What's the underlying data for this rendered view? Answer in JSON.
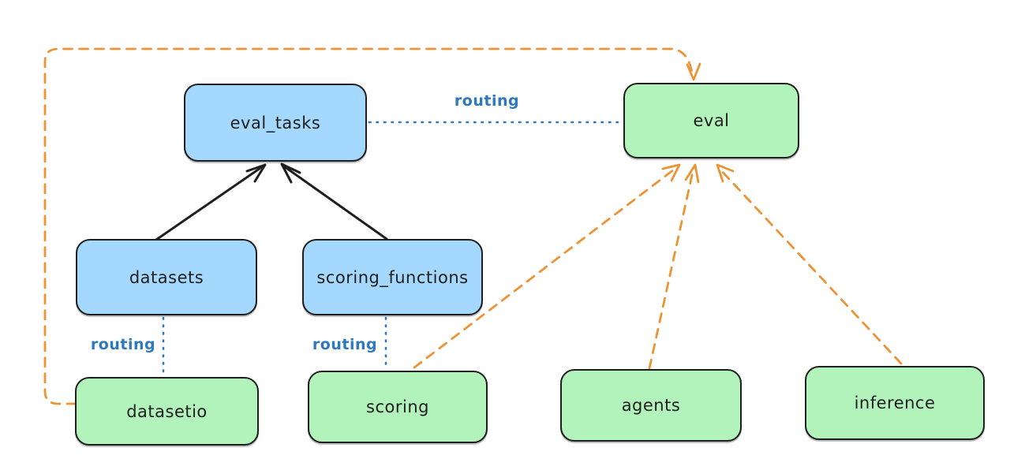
{
  "colors": {
    "background": "#ffffff",
    "node_blue_fill": "#a5d8ff",
    "node_green_fill": "#b2f2bb",
    "stroke": "#1e1e1e",
    "routing_blue": "#2e78bc",
    "orange": "#ec9336"
  },
  "nodes": {
    "eval_tasks": {
      "label": "eval_tasks",
      "color": "blue"
    },
    "eval": {
      "label": "eval",
      "color": "green"
    },
    "datasets": {
      "label": "datasets",
      "color": "blue"
    },
    "scoring_functions": {
      "label": "scoring_functions",
      "color": "blue"
    },
    "datasetio": {
      "label": "datasetio",
      "color": "green"
    },
    "scoring": {
      "label": "scoring",
      "color": "green"
    },
    "agents": {
      "label": "agents",
      "color": "green"
    },
    "inference": {
      "label": "inference",
      "color": "green"
    }
  },
  "edge_labels": {
    "eval_tasks_eval": "routing",
    "datasets_datasetio": "routing",
    "scoring_functions_scoring": "routing"
  },
  "edges": [
    {
      "from": "datasets",
      "to": "eval_tasks",
      "style": "solid-black-arrow"
    },
    {
      "from": "scoring_functions",
      "to": "eval_tasks",
      "style": "solid-black-arrow"
    },
    {
      "from": "eval_tasks",
      "to": "eval",
      "style": "blue-dotted",
      "label": "routing"
    },
    {
      "from": "datasets",
      "to": "datasetio",
      "style": "blue-dotted",
      "label": "routing"
    },
    {
      "from": "scoring_functions",
      "to": "scoring",
      "style": "blue-dotted",
      "label": "routing"
    },
    {
      "from": "datasetio",
      "to": "eval",
      "style": "orange-dashed-arrow"
    },
    {
      "from": "scoring",
      "to": "eval",
      "style": "orange-dashed-arrow"
    },
    {
      "from": "agents",
      "to": "eval",
      "style": "orange-dashed-arrow"
    },
    {
      "from": "inference",
      "to": "eval",
      "style": "orange-dashed-arrow"
    }
  ]
}
